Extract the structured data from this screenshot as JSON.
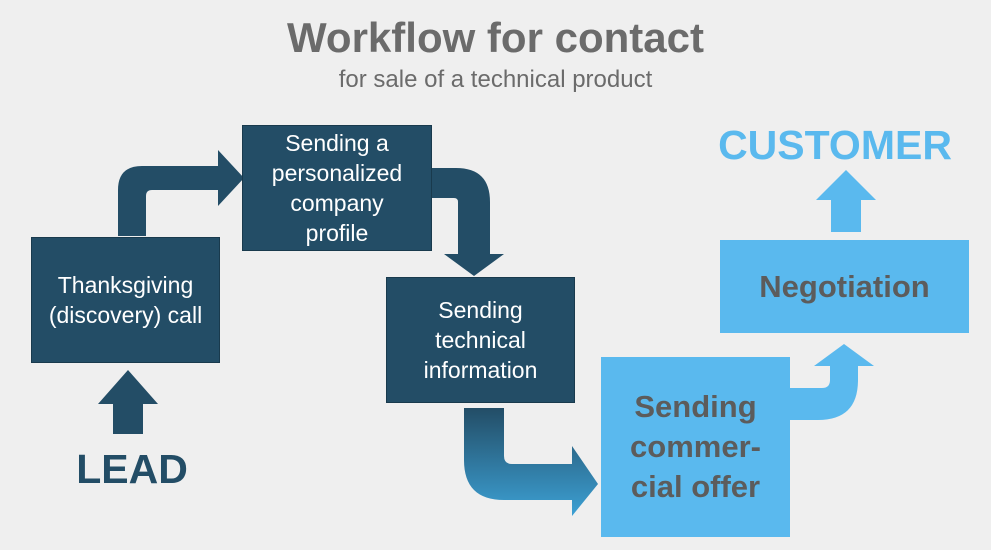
{
  "title": "Workflow for contact",
  "subtitle": "for sale of a technical product",
  "steps": [
    {
      "id": "thanksgiving-call",
      "lines": [
        "Thanksgiving",
        "(discovery) call"
      ]
    },
    {
      "id": "personalized-profile",
      "lines": [
        "Sending a",
        "personalized",
        "company",
        "profile"
      ]
    },
    {
      "id": "technical-info",
      "lines": [
        "Sending",
        "technical",
        "information"
      ]
    },
    {
      "id": "commercial-offer",
      "lines": [
        "Sending",
        "commer-",
        "cial offer"
      ]
    },
    {
      "id": "negotiation",
      "lines": [
        "Negotiation"
      ]
    }
  ],
  "start_label": "LEAD",
  "end_label": "CUSTOMER",
  "colors": {
    "dark_box": "#234d66",
    "light_box": "#5ab9ee",
    "text_gray": "#6b6b6b",
    "background": "#efefef"
  }
}
